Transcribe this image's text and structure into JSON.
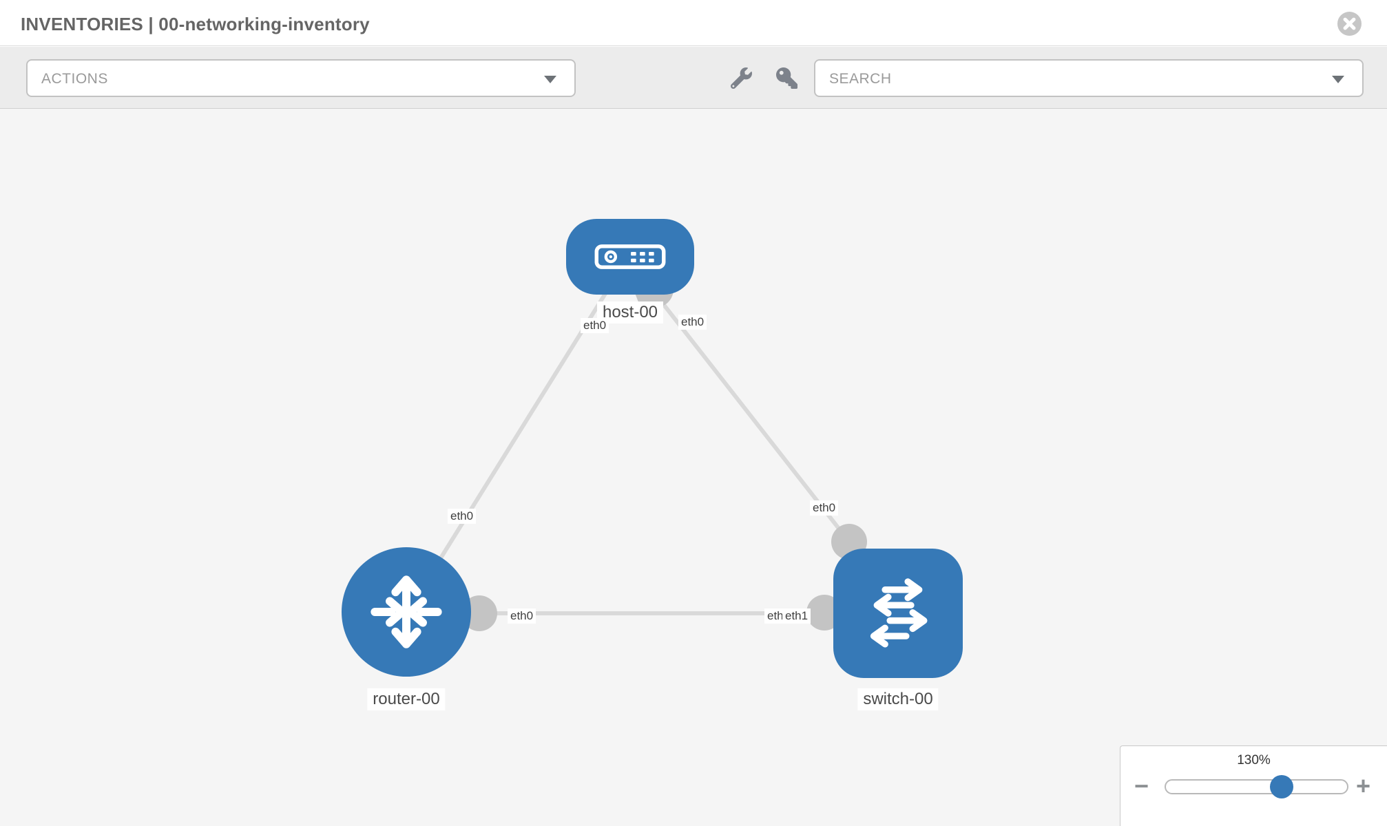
{
  "header": {
    "title": "INVENTORIES | 00-networking-inventory"
  },
  "toolbar": {
    "actions_placeholder": "ACTIONS",
    "search_placeholder": "SEARCH"
  },
  "canvas": {
    "nodes": [
      {
        "label": "host-00",
        "type": "host"
      },
      {
        "label": "router-00",
        "type": "router"
      },
      {
        "label": "switch-00",
        "type": "switch"
      }
    ],
    "links": [
      {
        "from": "host-00",
        "to": "router-00",
        "from_interface": "eth0",
        "to_interface": "eth0"
      },
      {
        "from": "host-00",
        "to": "switch-00",
        "from_interface": "eth0",
        "to_interface": "eth0"
      },
      {
        "from": "router-00",
        "to": "switch-00",
        "from_interface": "eth0",
        "to_interface": "eth1"
      }
    ],
    "labels": {
      "host_left": "eth0",
      "host_right": "eth0",
      "router_top": "eth0",
      "switch_top": "eth0",
      "router_right": "eth0",
      "switch_left_a": "eth0",
      "switch_left_b": "eth1"
    }
  },
  "zoom_control": {
    "value": "130%",
    "minus": "−",
    "plus": "+"
  },
  "colors": {
    "node_blue": "#3679b7",
    "link_gray": "#d9d9d9",
    "port_gray": "#c4c4c4",
    "toolbar_gray": "#ececec",
    "canvas_gray": "#f5f5f5"
  }
}
